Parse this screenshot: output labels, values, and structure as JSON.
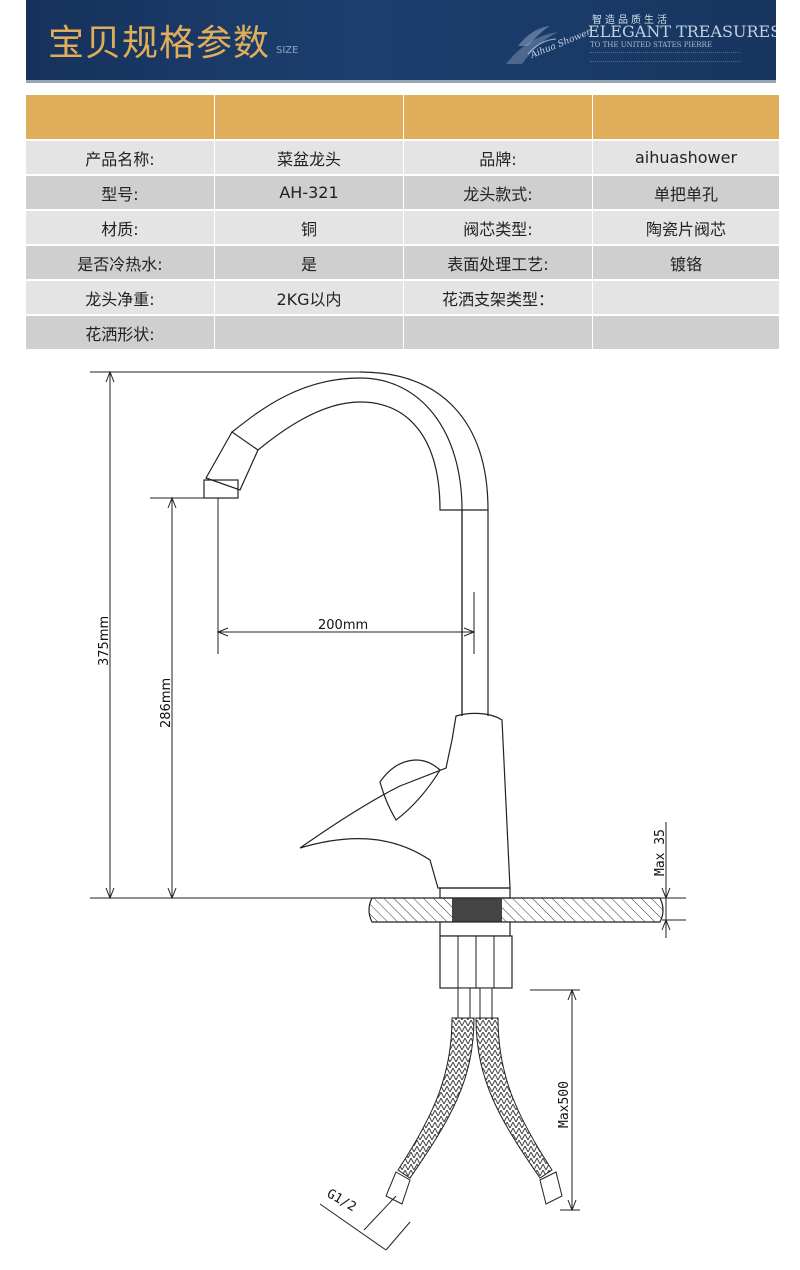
{
  "banner": {
    "title": "宝贝规格参数",
    "size_label": "SIZE",
    "tagline": "智造品质生活",
    "brand": "ELEGANT TREASURES",
    "brand_sub": "TO THE UNITED STATES PIERRE",
    "accent_color": "#e0ad58",
    "background_color": "#1d3f70"
  },
  "spec_table": {
    "header_color": "#e0ad5b",
    "rows": [
      {
        "label1": "产品名称:",
        "value1": "菜盆龙头",
        "label2": "品牌:",
        "value2": "aihuashower"
      },
      {
        "label1": "型号:",
        "value1": "AH-321",
        "label2": "龙头款式:",
        "value2": "单把单孔"
      },
      {
        "label1": "材质:",
        "value1": "铜",
        "label2": "阀芯类型:",
        "value2": "陶瓷片阀芯"
      },
      {
        "label1": "是否冷热水:",
        "value1": "是",
        "label2": "表面处理工艺:",
        "value2": "镀铬"
      },
      {
        "label1": "龙头净重:",
        "value1": "2KG以内",
        "label2": "花洒支架类型：",
        "value2": ""
      },
      {
        "label1": "花洒形状:",
        "value1": "",
        "label2": "",
        "value2": ""
      }
    ]
  },
  "drawing": {
    "height_total": "375mm",
    "height_spout": "286mm",
    "reach": "200mm",
    "deck_max": "Max 35",
    "hose_max": "Max500",
    "thread": "G1/2"
  }
}
